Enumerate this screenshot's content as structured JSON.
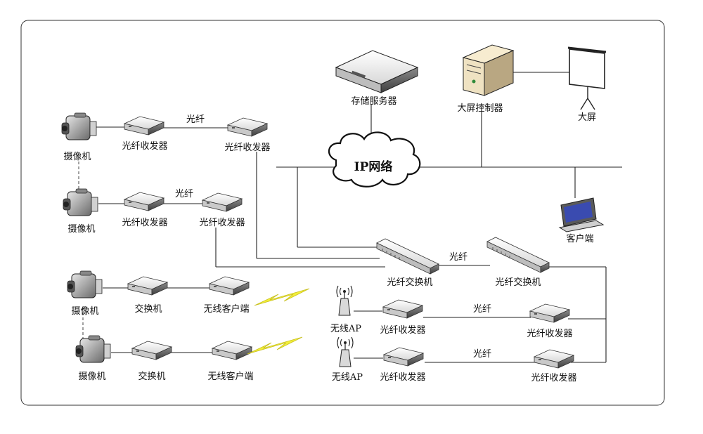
{
  "network": {
    "cloud_label": "IP网络",
    "storage_server": "存储服务器",
    "wall_controller": "大屏控制器",
    "big_screen": "大屏",
    "client": "客户端",
    "switch_left": "光纤交换机",
    "switch_right": "光纤交换机",
    "fiber_switches": "光纤"
  },
  "camera_rows": [
    {
      "camera": "摄像机",
      "transceiver": "光纤收发器",
      "link": "光纤",
      "far_transceiver": "光纤收发器"
    },
    {
      "camera": "摄像机",
      "transceiver": "光纤收发器",
      "link": "光纤",
      "far_transceiver": "光纤收发器"
    }
  ],
  "wireless_rows": [
    {
      "camera": "摄像机",
      "switch": "交换机",
      "wireless_client": "无线客户端",
      "ap": "无线AP",
      "transceiver": "光纤收发器",
      "link": "光纤",
      "far_transceiver": "光纤收发器"
    },
    {
      "camera": "摄像机",
      "switch": "交换机",
      "wireless_client": "无线客户端",
      "ap": "无线AP",
      "transceiver": "光纤收发器",
      "link": "光纤",
      "far_transceiver": "光纤收发器"
    }
  ],
  "colors": {
    "device_top": "#f2f2f2",
    "device_side": "#7a7a7a",
    "lightning": "#f2ee3a",
    "screen": "#3a4bb0",
    "server_body": "#efe2c2"
  }
}
